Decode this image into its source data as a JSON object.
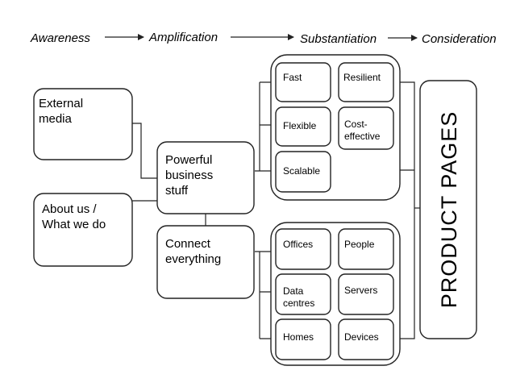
{
  "stages": {
    "awareness": "Awareness",
    "amplification": "Amplification",
    "substantiation": "Substantiation",
    "consideration": "Consideration"
  },
  "awareness_sources": {
    "external_media": [
      "External",
      "media"
    ],
    "about_us": [
      "About us /",
      "What we do"
    ]
  },
  "amplification_boxes": {
    "powerful": [
      "Powerful",
      "business",
      "stuff"
    ],
    "connect": [
      "Connect",
      "everything"
    ]
  },
  "substantiation_top": {
    "fast": "Fast",
    "resilient": "Resilient",
    "flexible": "Flexible",
    "cost_effective": [
      "Cost-",
      "effective"
    ],
    "scalable": "Scalable"
  },
  "substantiation_bottom": {
    "offices": "Offices",
    "people": "People",
    "data_centres": [
      "Data",
      "centres"
    ],
    "servers": "Servers",
    "homes": "Homes",
    "devices": "Devices"
  },
  "consideration": {
    "product_pages": "PRODUCT PAGES"
  }
}
